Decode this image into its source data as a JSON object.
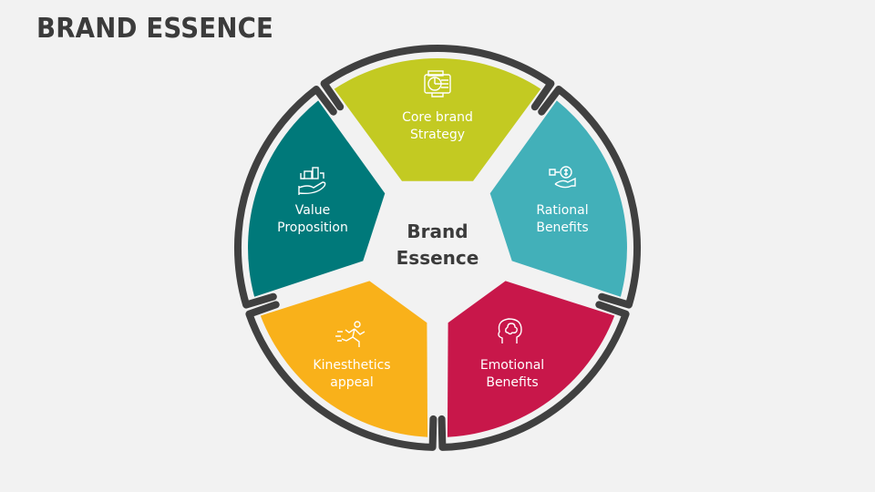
{
  "title": "BRAND ESSENCE",
  "center": {
    "line1": "Brand",
    "line2": "Essence"
  },
  "segments": [
    {
      "line1": "Core brand",
      "line2": "Strategy",
      "color": "#C3CA22",
      "icon": "strategy-monitor-icon"
    },
    {
      "line1": "Rational",
      "line2": "Benefits",
      "color": "#42B0B9",
      "icon": "money-hand-icon"
    },
    {
      "line1": "Emotional",
      "line2": "Benefits",
      "color": "#C8174A",
      "icon": "brain-head-icon"
    },
    {
      "line1": "Kinesthetics",
      "line2": "appeal",
      "color": "#F9B11A",
      "icon": "running-person-icon"
    },
    {
      "line1": "Value",
      "line2": "Proposition",
      "color": "#00797A",
      "icon": "value-hand-icon"
    }
  ],
  "ring_color": "#404040"
}
